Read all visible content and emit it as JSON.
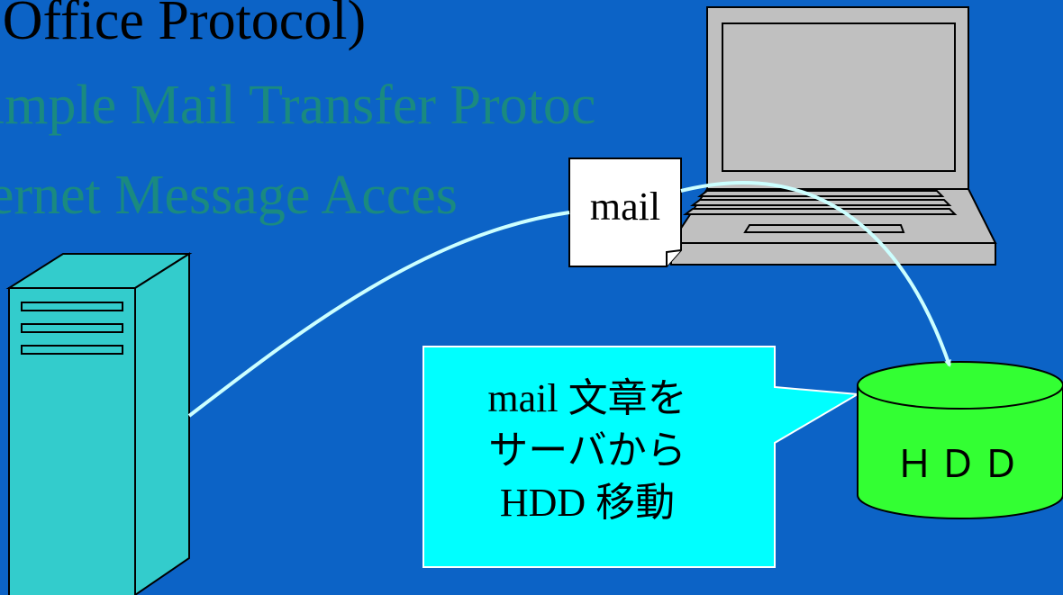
{
  "slide": {
    "background": "#0c63c6",
    "lines": [
      "t Office Protocol)",
      "imple Mail Transfer Protoc",
      "ernet Message Acces"
    ]
  },
  "server": {
    "icon": "server-tower-icon",
    "color": "#33cccc"
  },
  "laptop": {
    "icon": "laptop-icon",
    "color": "#c0c0c0"
  },
  "mail_document": {
    "icon": "document-icon",
    "label": "mail"
  },
  "callout": {
    "color": "#00ffff",
    "line1_prefix": "mail",
    "line1_suffix": "文章を",
    "line2": "サーバから",
    "line3_prefix": "HDD",
    "line3_suffix": "移動"
  },
  "hdd": {
    "icon": "database-cylinder-icon",
    "label": "ＨＤＤ",
    "color": "#33ff33"
  },
  "arrows": {
    "color": "#ccffff"
  }
}
